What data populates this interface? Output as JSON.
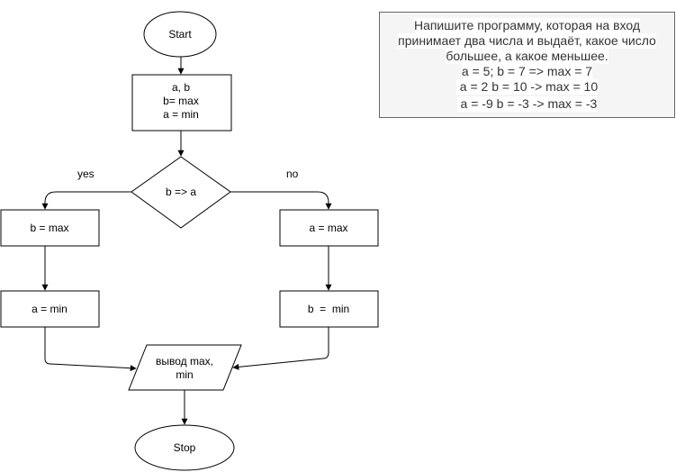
{
  "nodes": {
    "start": "Start",
    "input": [
      "a, b",
      "b= max",
      "a = min"
    ],
    "decision": "b => a",
    "yes_b_max": "b = max",
    "yes_a_min": "a = min",
    "no_a_max": "a = max",
    "no_b_min": "b  =  min",
    "output": [
      "вывод max,",
      "min"
    ],
    "stop": "Stop"
  },
  "edges": {
    "yes_label": "yes",
    "no_label": "no"
  },
  "task": {
    "lines": [
      "Напишите программу, которая на вход",
      "принимает два числа и выдаёт, какое число",
      "большее, а какое меньшее.",
      "a = 5; b = 7 => max = 7",
      " a = 2 b = 10 -> max = 10",
      " a = -9 b = -3 -> max = -3"
    ]
  },
  "colors": {
    "stroke": "#000000",
    "task_fill": "#f5f5f5",
    "task_border": "#666666",
    "task_text": "#333333"
  }
}
